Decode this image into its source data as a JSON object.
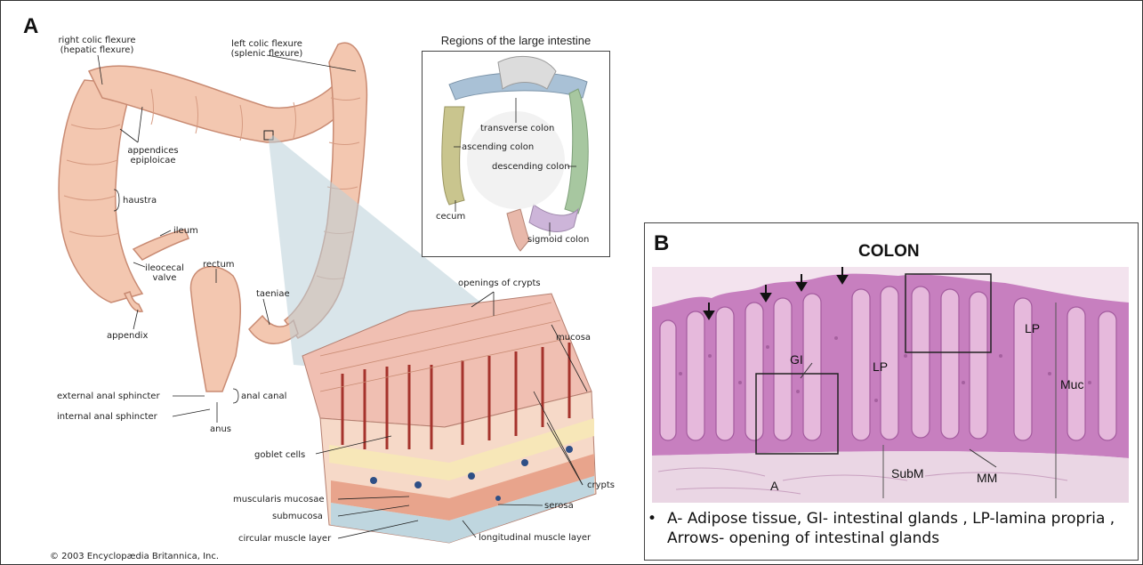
{
  "panelA": {
    "letter": "A",
    "labels": {
      "right_colic_flexure": "right colic flexure",
      "hepatic_flexure": "(hepatic flexure)",
      "left_colic_flexure": "left colic flexure",
      "splenic_flexure": "(splenic flexure)",
      "appendices": "appendices",
      "epiploicae": "epiploicae",
      "haustra": "haustra",
      "ileum": "ileum",
      "ileocecal": "ileocecal",
      "valve": "valve",
      "rectum": "rectum",
      "taeniae": "taeniae",
      "appendix": "appendix",
      "external_anal_sphincter": "external anal sphincter",
      "internal_anal_sphincter": "internal anal sphincter",
      "anal_canal": "anal canal",
      "anus": "anus",
      "openings_of_crypts": "openings of crypts",
      "mucosa": "mucosa",
      "goblet_cells": "goblet cells",
      "crypts": "crypts",
      "muscularis_mucosae": "muscularis mucosae",
      "submucosa": "submucosa",
      "serosa": "serosa",
      "circular_muscle_layer": "circular muscle layer",
      "longitudinal_muscle_layer": "longitudinal muscle layer"
    },
    "inset": {
      "title": "Regions of the large intestine",
      "transverse_colon": "transverse colon",
      "ascending_colon": "ascending colon",
      "descending_colon": "descending colon",
      "cecum": "cecum",
      "sigmoid_colon": "sigmoid colon"
    },
    "copyright": "© 2003 Encyclopædia Britannica, Inc."
  },
  "panelB": {
    "letter": "B",
    "title": "COLON",
    "labels": {
      "lp_top": "LP",
      "gi": "GI",
      "lp_mid": "LP",
      "muc": "Muc",
      "a": "A",
      "subm": "SubM",
      "mm": "MM"
    },
    "caption_line1": "A- Adipose tissue, GI- intestinal glands , LP-lamina propria ,",
    "caption_line2": "Arrows- opening of intestinal glands",
    "bullet": "•"
  },
  "colors": {
    "tissue_pink": "#f1c2aa",
    "tissue_dark": "#d9957a",
    "histo_purple": "#c77fbf",
    "histo_light": "#e6b9dc"
  }
}
